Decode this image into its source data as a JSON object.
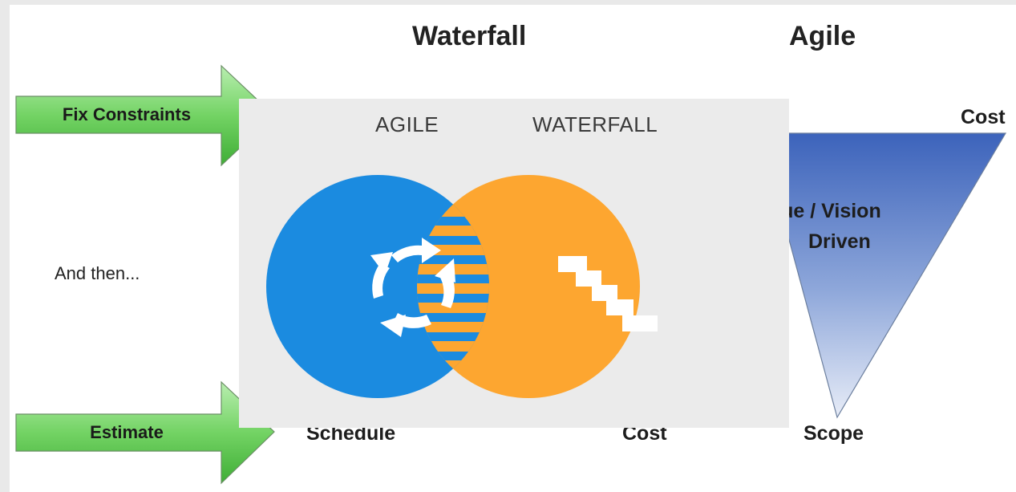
{
  "background": {
    "titles": {
      "waterfall": "Waterfall",
      "agile": "Agile"
    },
    "arrows": [
      {
        "label": "Fix Constraints"
      },
      {
        "label": "Estimate"
      }
    ],
    "and_then": "And then...",
    "waterfall_bottom": {
      "schedule": "Schedule",
      "cost": "Cost"
    },
    "agile_triangle": {
      "top_label": "Cost",
      "inner_line1": "Value / Vision",
      "inner_line2": "Driven",
      "bottom_label": "Scope"
    }
  },
  "venn": {
    "left_title": "AGILE",
    "right_title": "WATERFALL",
    "left_icon": "cycle-arrows-icon",
    "right_icon": "stairs-icon"
  },
  "colors": {
    "agile_blue": "#1b8be0",
    "waterfall_orange": "#fda630",
    "arrow_green": "#5fca55",
    "triangle_blue": "#4f74c2",
    "overlay_bg": "#ebebeb"
  }
}
